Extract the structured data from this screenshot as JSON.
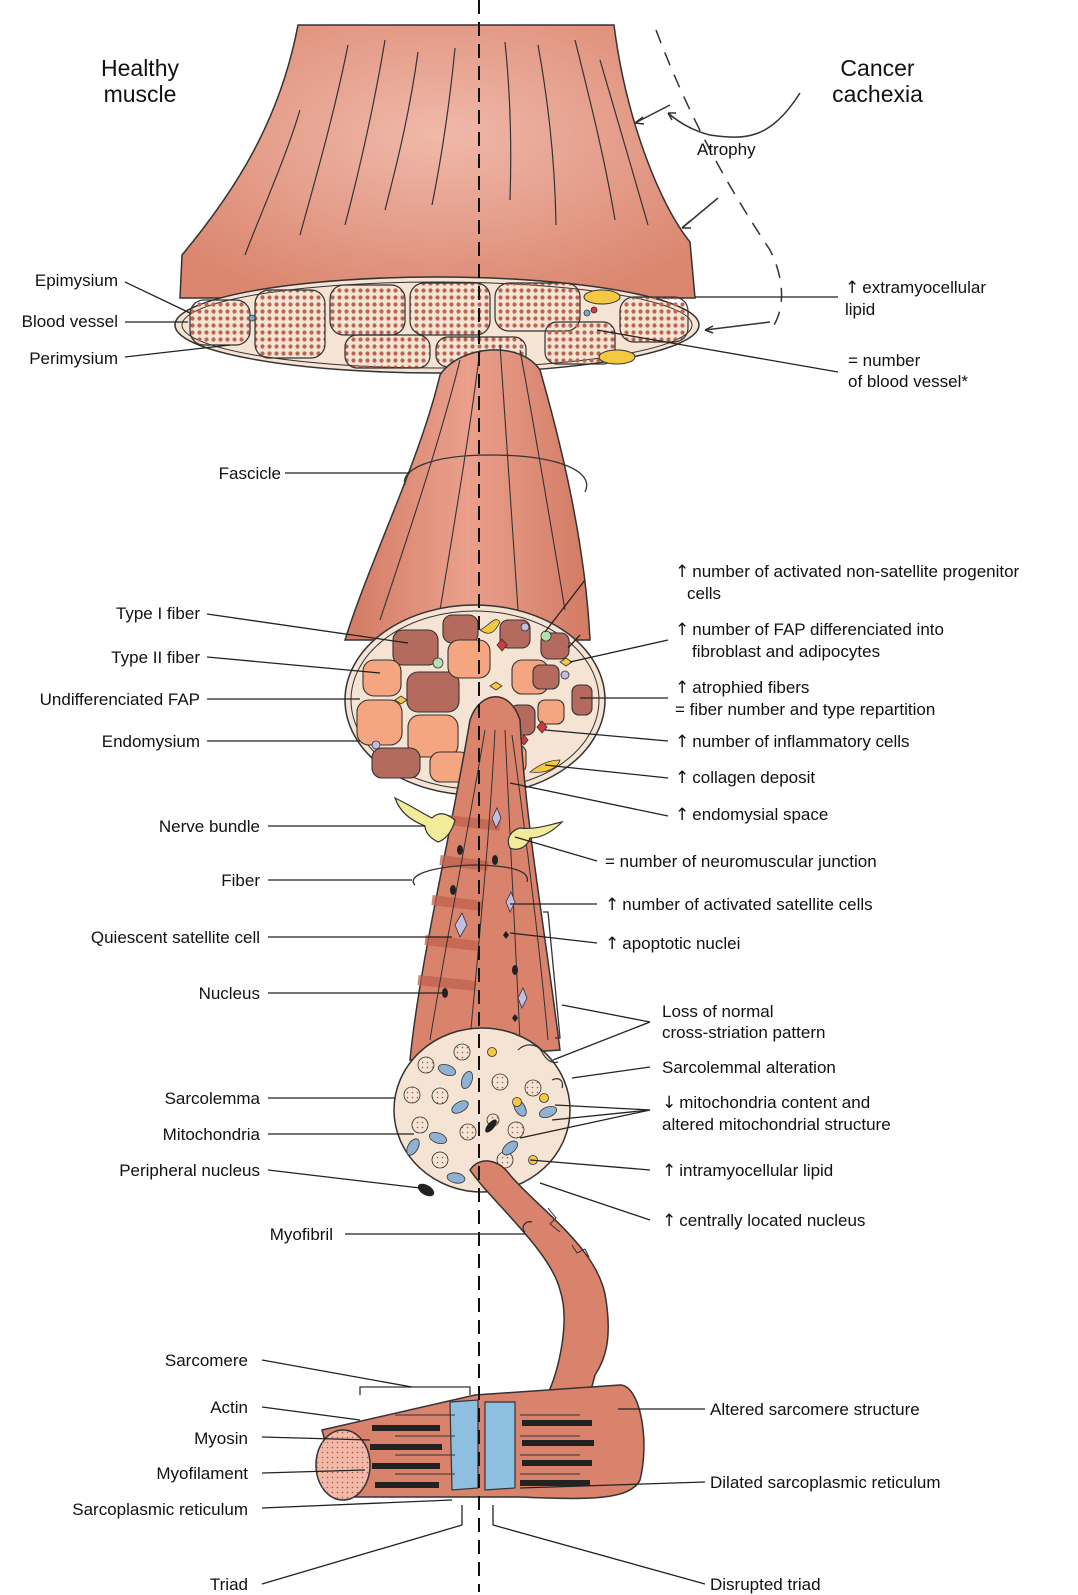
{
  "headers": {
    "left": "Healthy muscle",
    "right": "Cancer cachexia"
  },
  "atrophy_label": "Atrophy",
  "left_labels": {
    "epimysium": "Epimysium",
    "blood_vessel": "Blood vessel",
    "perimysium": "Perimysium",
    "fascicle": "Fascicle",
    "type_i_fiber": "Type I fiber",
    "type_ii_fiber": "Type II fiber",
    "undifferentiated_fap": "Undifferenciated FAP",
    "endomysium": "Endomysium",
    "nerve_bundle": "Nerve bundle",
    "fiber": "Fiber",
    "quiescent_satellite_cell": "Quiescent satellite cell",
    "nucleus": "Nucleus",
    "sarcolemma": "Sarcolemma",
    "mitochondria": "Mitochondria",
    "peripheral_nucleus": "Peripheral nucleus",
    "myofibril": "Myofibril",
    "sarcomere": "Sarcomere",
    "actin": "Actin",
    "myosin": "Myosin",
    "myofilament": "Myofilament",
    "sarcoplasmic_reticulum": "Sarcoplasmic reticulum",
    "triad": "Triad"
  },
  "symbols": {
    "up": "↑",
    "down": "↓"
  },
  "right_labels": {
    "extramyocellular_lipid": {
      "arrow": "up",
      "line1": "extramyocellular",
      "line2": "lipid"
    },
    "blood_vessel_number": {
      "line1": "= number",
      "line2": "of blood vessel*"
    },
    "progenitor_cells": {
      "arrow": "up",
      "line1": "number of activated non-satellite progenitor",
      "line2": "cells"
    },
    "fap_differentiated": {
      "arrow": "up",
      "line1": "number of FAP differenciated into",
      "line2": "fibroblast and adipocytes"
    },
    "atrophied_fibers": {
      "arrow": "up",
      "line1": "atrophied fibers",
      "line2": "= fiber number and type repartition"
    },
    "inflammatory_cells": {
      "arrow": "up",
      "text": "number of inflammatory cells"
    },
    "collagen_deposit": {
      "arrow": "up",
      "text": "collagen deposit"
    },
    "endomysial_space": {
      "arrow": "up",
      "text": "endomysial space"
    },
    "neuromuscular_junction": {
      "text": "= number of neuromuscular junction"
    },
    "activated_satellite": {
      "arrow": "up",
      "text": "number of activated satellite cells"
    },
    "apoptotic_nuclei": {
      "arrow": "up",
      "text": "apoptotic nuclei"
    },
    "cross_striation": {
      "line1": "Loss of normal",
      "line2": "cross-striation pattern"
    },
    "sarcolemmal_alteration": {
      "text": "Sarcolemmal alteration"
    },
    "mitochondria_content": {
      "arrow": "down",
      "line1": "mitochondria content and",
      "line2": "altered mitochondrial structure"
    },
    "intramyocellular_lipid": {
      "arrow": "up",
      "text": "intramyocellular lipid"
    },
    "central_nucleus": {
      "arrow": "up",
      "text": "centrally located nucleus"
    },
    "altered_sarcomere": {
      "text": "Altered sarcomere structure"
    },
    "dilated_sr": {
      "text": "Dilated sarcoplasmic reticulum"
    },
    "disrupted_triad": {
      "text": "Disrupted triad"
    }
  },
  "colors": {
    "muscle": "#d9826c",
    "muscle_light": "#eaa494",
    "striation": "#c0614e",
    "tissue_bg": "#f5e3d3",
    "type_i_fiber": "#b56a5e",
    "type_ii_fiber": "#f5a580",
    "lipid": "#f5c842",
    "sr_blue": "#8fbfe0",
    "nerve": "#f2ec9a",
    "mito_blue": "#8fb2d4",
    "cell_lilac": "#c4bde0",
    "fap_green": "#b8dfb0"
  }
}
